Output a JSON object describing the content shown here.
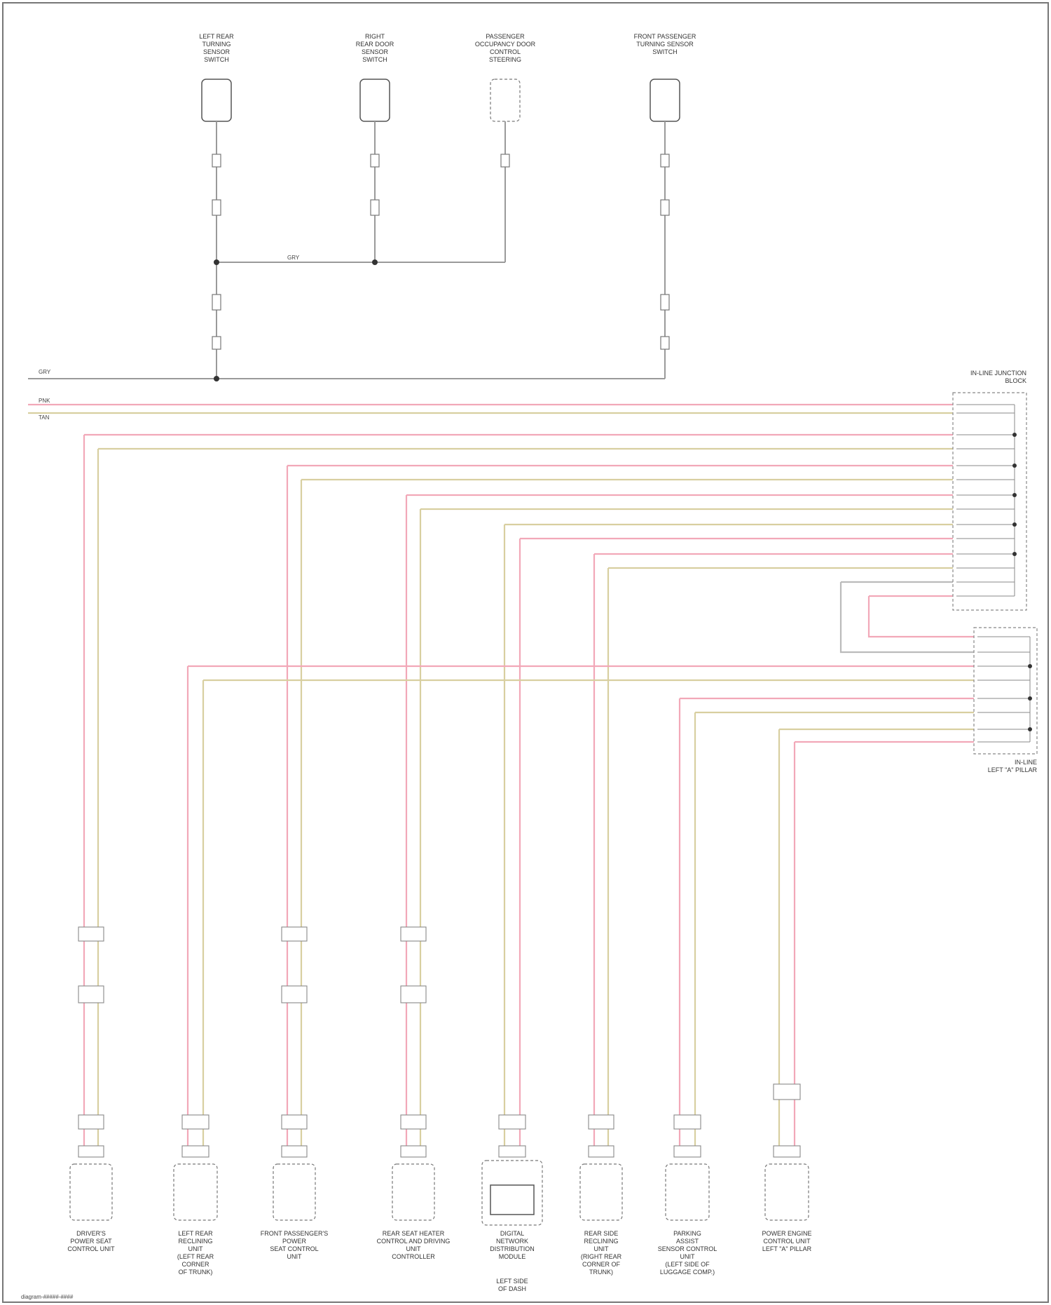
{
  "colors": {
    "pink": "#f2a8b8",
    "tan": "#d8cfa0",
    "wire_dark": "#999999",
    "component_stroke": "#555555"
  },
  "top_components": [
    {
      "label": "LEFT REAR\nTURNING\nSENSOR\nSWITCH"
    },
    {
      "label": "RIGHT\nREAR DOOR\nSENSOR\nSWITCH"
    },
    {
      "label": "PASSENGER\nOCCUPANCY DOOR\nCONTROL\nSTEERING"
    },
    {
      "label": "FRONT PASSENGER\nTURNING SENSOR\nSWITCH"
    }
  ],
  "top_wire_labels": [
    "GRY",
    "GRY"
  ],
  "bus_labels": [
    "PNK",
    "TAN"
  ],
  "connector_1": {
    "label": "IN-LINE JUNCTION\nBLOCK"
  },
  "connector_2": {
    "label": "IN-LINE\nLEFT \"A\" PILLAR"
  },
  "bottom_components": [
    {
      "label": "DRIVER'S\nPOWER SEAT\nCONTROL UNIT"
    },
    {
      "label": "LEFT REAR\nRECLINING\nUNIT\n(LEFT REAR\nCORNER\nOF TRUNK)"
    },
    {
      "label": "FRONT PASSENGER'S\nPOWER\nSEAT CONTROL\nUNIT"
    },
    {
      "label": "REAR SEAT HEATER\nCONTROL AND DRIVING\nUNIT\nCONTROLLER"
    },
    {
      "label": "DIGITAL\nNETWORK\nDISTRIBUTION\nMODULE"
    },
    {
      "label": "REAR SIDE\nRECLINING\nUNIT\n(RIGHT REAR\nCORNER OF\nTRUNK)"
    },
    {
      "label": "PARKING\nASSIST\nSENSOR CONTROL\nUNIT\n(LEFT SIDE OF\nLUGGAGE COMP.)"
    },
    {
      "label": "POWER ENGINE\nCONTROL UNIT\nLEFT \"A\" PILLAR"
    }
  ],
  "sub_location": {
    "label": "LEFT SIDE\nOF DASH"
  },
  "footer": {
    "text": "diagram-#####-####"
  }
}
